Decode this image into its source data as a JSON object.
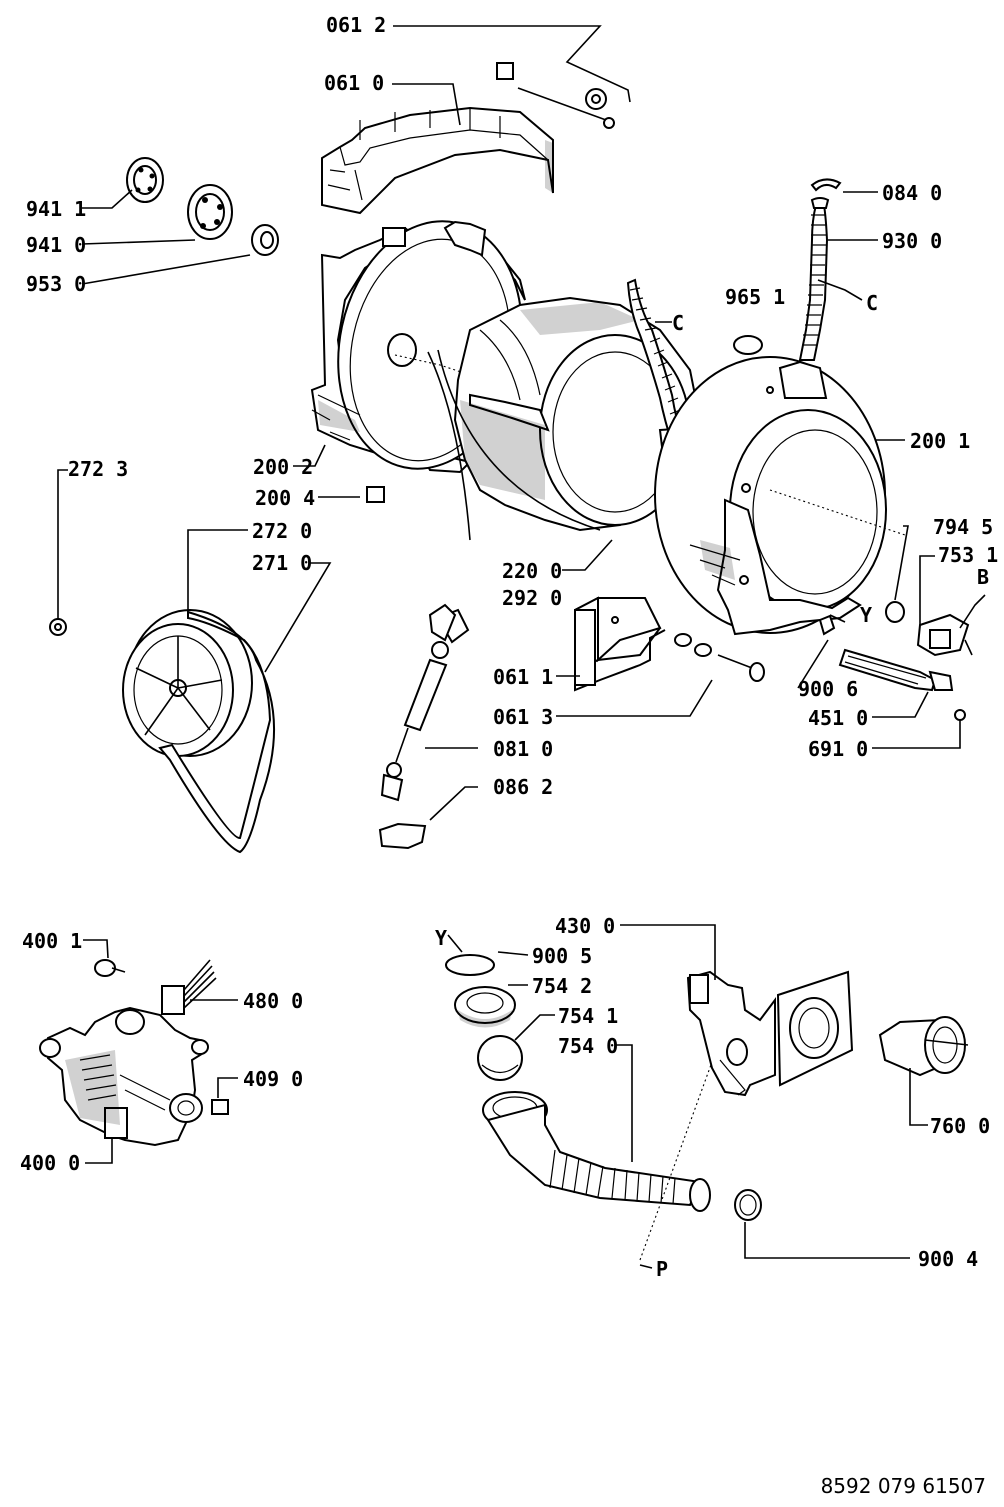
{
  "diagram": {
    "labels": {
      "l0612": "061 2",
      "l0610": "061 0",
      "l9411": "941 1",
      "l9410": "941 0",
      "l9530": "953 0",
      "l0840": "084 0",
      "l9300": "930 0",
      "lC1": "C",
      "lC2": "C",
      "l9651": "965 1",
      "l2001": "200 1",
      "l2002": "200 2",
      "l2723": "272 3",
      "l2004": "200 4",
      "l2720": "272 0",
      "l2710": "271 0",
      "l2200": "220 0",
      "l2920": "292 0",
      "l7945": "794 5",
      "l7531": "753 1",
      "lB": "B",
      "lY1": "Y",
      "l0611": "061 1",
      "l0613": "061 3",
      "l9006": "900 6",
      "l4510": "451 0",
      "l6910": "691 0",
      "l0810": "081 0",
      "l0862": "086 2",
      "l4001": "400 1",
      "l4800": "480 0",
      "l4090": "409 0",
      "l4000": "400 0",
      "lY2": "Y",
      "l9005": "900 5",
      "l7542": "754 2",
      "l7541": "754 1",
      "l7540": "754 0",
      "l4300": "430 0",
      "l7600": "760 0",
      "l9004": "900 4",
      "lP": "P"
    },
    "document_code": "8592 079 61507"
  }
}
